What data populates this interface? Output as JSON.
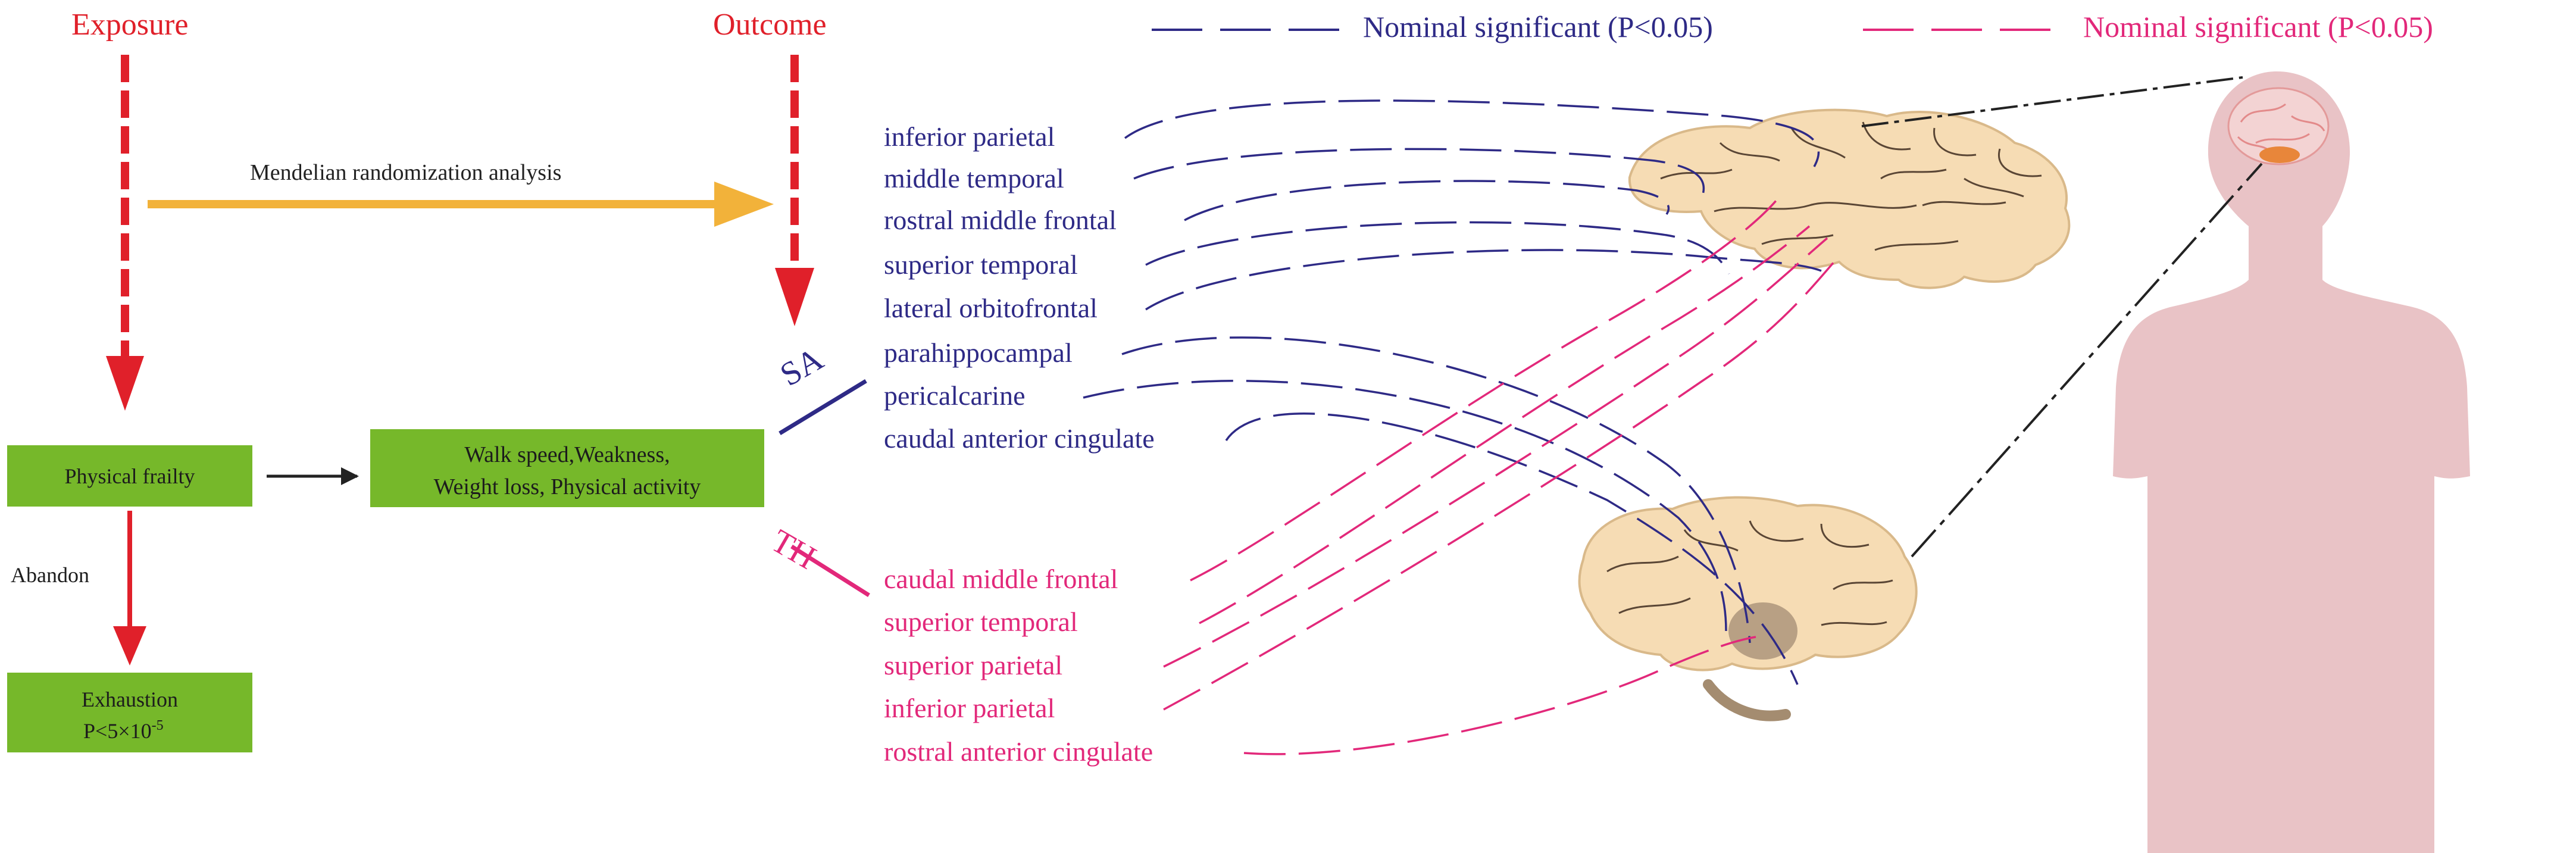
{
  "headers": {
    "exposure": "Exposure",
    "outcome": "Outcome"
  },
  "legend": {
    "blue_label": "Nominal significant (P<0.05)",
    "pink_label": "Nominal significant (P<0.05)"
  },
  "flow": {
    "mr_label": "Mendelian randomization analysis",
    "physical_frailty": "Physical frailty",
    "components_line1": "Walk speed,Weakness,",
    "components_line2": "Weight loss, Physical activity",
    "abandon": "Abandon",
    "exhaustion": "Exhaustion",
    "threshold_base": "P<5×10",
    "threshold_exp": "-5"
  },
  "groups": {
    "sa_label": "SA",
    "th_label": "TH"
  },
  "sa_regions": [
    "inferior parietal",
    "middle temporal",
    "rostral middle frontal",
    "superior temporal",
    "lateral orbitofrontal",
    "parahippocampal",
    "pericalcarine",
    "caudal anterior cingulate"
  ],
  "th_regions": [
    "caudal middle frontal",
    "superior temporal",
    "superior parietal",
    "inferior parietal",
    "rostral anterior cingulate"
  ],
  "colors": {
    "red": "#e0202a",
    "blue": "#2e2a86",
    "pink": "#e2287a",
    "orange": "#f2b23a",
    "green": "#76b82a",
    "brain": "#f6dcb4",
    "body": "#e9c3c6"
  },
  "icons": [
    "lateral-brain-icon",
    "medial-brain-icon",
    "human-silhouette-icon"
  ]
}
